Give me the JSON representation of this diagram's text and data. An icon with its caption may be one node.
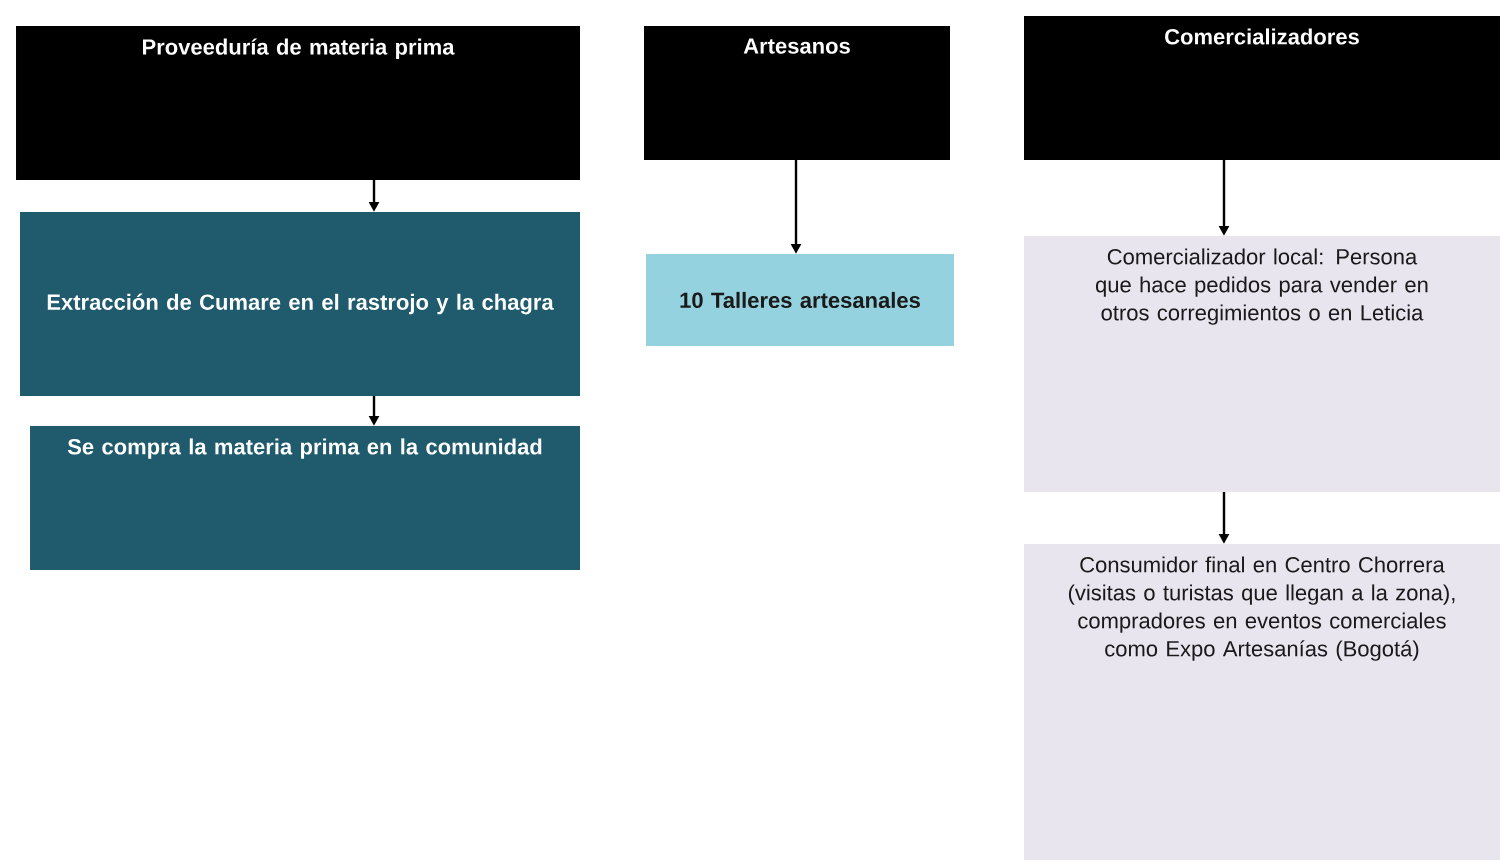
{
  "diagram": {
    "nodes": [
      {
        "text": [
          "Proveeduría de materia prima"
        ]
      },
      {
        "text": [
          "Extracción de Cumare en el rastrojo y la chagra"
        ]
      },
      {
        "text": [
          "Se compra la materia prima en la comunidad"
        ]
      },
      {
        "text": [
          "Artesanos"
        ]
      },
      {
        "text": [
          "10 Talleres artesanales"
        ]
      },
      {
        "text": [
          "Comercializadores"
        ]
      },
      {
        "text": [
          "Comercializador local: Persona que hace pedidos para vender en otros corregimientos o en Leticia"
        ]
      },
      {
        "text": [
          "Consumidor final en Centro Chorrera (visitas o turistas que llegan a la zona), compradores en eventos comerciales como Expo Artesanías (Bogotá)"
        ]
      }
    ],
    "edges": [
      {
        "from": 0,
        "to": 1,
        "arrow": "to"
      },
      {
        "from": 1,
        "to": 2,
        "arrow": "to"
      },
      {
        "from": 3,
        "to": 4,
        "arrow": "to"
      },
      {
        "from": 5,
        "to": 6,
        "arrow": "to"
      },
      {
        "from": 6,
        "to": 7,
        "arrow": "to"
      }
    ]
  }
}
